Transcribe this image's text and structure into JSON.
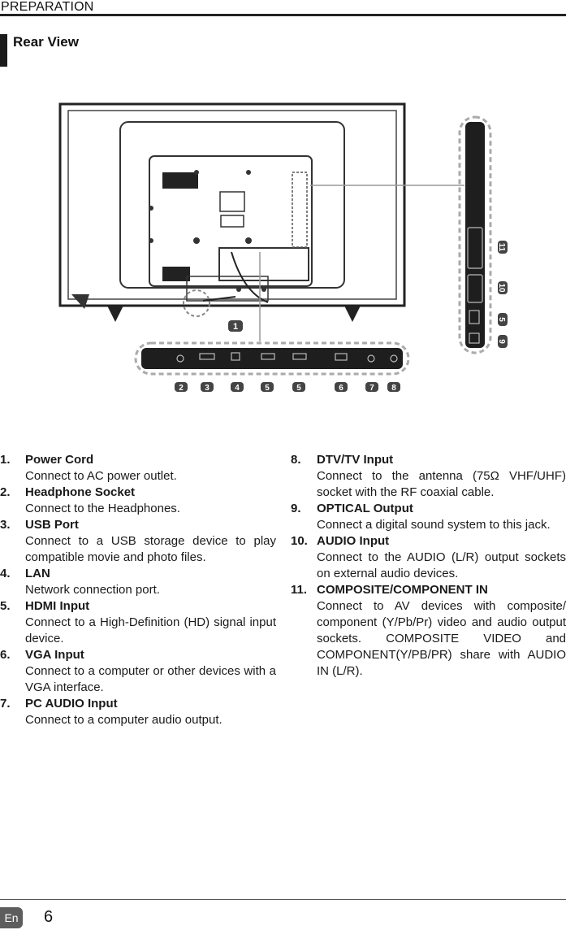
{
  "header": {
    "title": "PREPARATION"
  },
  "section": {
    "title": "Rear View"
  },
  "diagram": {
    "callouts": [
      "1",
      "2",
      "3",
      "4",
      "5",
      "5",
      "6",
      "7",
      "8",
      "9",
      "5",
      "10",
      "11"
    ]
  },
  "items_left": [
    {
      "num": "1.",
      "name": "Power Cord",
      "desc": "Connect to AC power outlet."
    },
    {
      "num": "2.",
      "name": "Headphone Socket",
      "desc": "Connect to the Headphones."
    },
    {
      "num": "3.",
      "name": "USB Port",
      "desc": "Connect to a USB storage device to play compatible movie and photo files."
    },
    {
      "num": "4.",
      "name": "LAN",
      "desc": "Network connection port."
    },
    {
      "num": "5.",
      "name": "HDMI Input",
      "desc": "Connect to a High-Definition (HD) signal input device."
    },
    {
      "num": "6.",
      "name": "VGA Input",
      "desc": "Connect to a computer or other devices with a VGA interface."
    },
    {
      "num": "7.",
      "name": "PC AUDIO Input",
      "desc": "Connect to a computer audio output."
    }
  ],
  "items_right": [
    {
      "num": "8.",
      "name": "DTV/TV Input",
      "desc": "Connect to the antenna (75Ω VHF/UHF) socket with the RF coaxial cable."
    },
    {
      "num": "9.",
      "name": "OPTICAL Output",
      "desc": "Connect a digital sound system to this jack."
    },
    {
      "num": "10.",
      "name": "AUDIO Input",
      "desc": "Connect to the AUDIO (L/R) output sockets on external audio devices."
    },
    {
      "num": "11.",
      "name": "COMPOSITE/COMPONENT IN",
      "desc": "Connect to AV devices with composite/ component (Y/Pb/Pr) video and audio output sockets. COMPOSITE VIDEO and COMPONENT(Y/PB/PR) share with AUDIO IN (L/R)."
    }
  ],
  "footer": {
    "lang": "En",
    "page": "6"
  }
}
